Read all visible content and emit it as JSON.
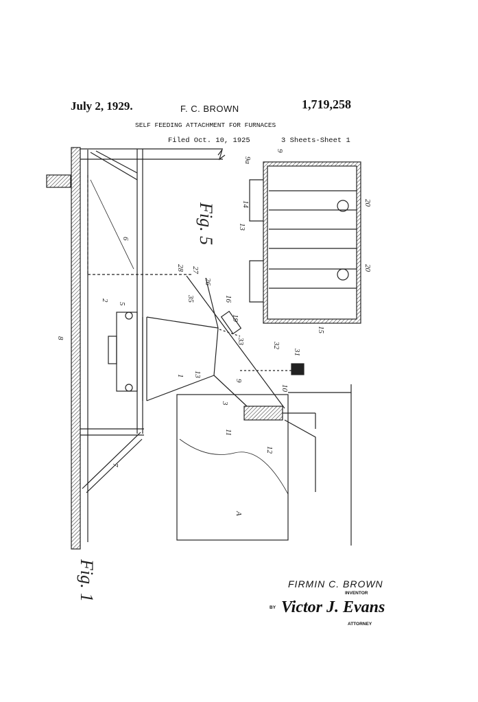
{
  "header": {
    "date": "July 2, 1929.",
    "inventor": "F. C. BROWN",
    "patent_number": "1,719,258",
    "title": "SELF FEEDING ATTACHMENT FOR FURNACES",
    "filed": "Filed Oct. 10, 1925",
    "sheets": "3 Sheets-Sheet 1"
  },
  "figures": {
    "fig1": "Fig. 1",
    "fig5": "Fig. 5"
  },
  "reference_numerals": {
    "n8": "8",
    "n6": "6",
    "n7": "7",
    "n1": "1",
    "n2": "2",
    "n5": "5",
    "n28": "28",
    "n27": "27",
    "n26": "26",
    "n35a": "35",
    "n16": "16",
    "n19": "19",
    "n33": "33",
    "n32": "32",
    "n31": "31",
    "n13": "13",
    "n9": "9",
    "n3": "3",
    "n10": "10",
    "n11": "11",
    "n12": "12",
    "nA": "A",
    "n9a": "9a",
    "n9b": "9",
    "n14": "14",
    "n13b": "13",
    "n15": "15",
    "n20a": "20",
    "n20b": "20"
  },
  "signature": {
    "inventor_name": "FIRMIN C. BROWN",
    "inventor_label": "INVENTOR",
    "by_label": "BY",
    "attorney_name": "Victor J. Evans",
    "attorney_label": "ATTORNEY"
  }
}
